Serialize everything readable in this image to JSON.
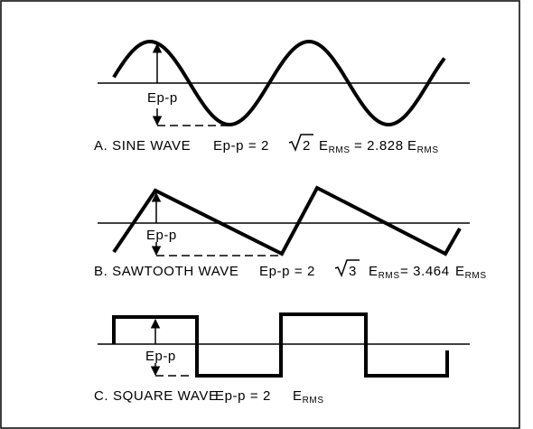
{
  "figure": {
    "stroke_color": "#000000",
    "background_color": "#ffffff",
    "panels": [
      {
        "id": "sine",
        "waveform": "sine",
        "caption": "A. SINE WAVE",
        "amplitude_label": "Ep-p",
        "formula": {
          "lhs": "Ep-p = 2",
          "radical": "2",
          "term1_main": "E",
          "term1_sub": "RMS",
          "equals": "= 2.828",
          "term2_main": "E",
          "term2_sub": "RMS"
        }
      },
      {
        "id": "sawtooth",
        "waveform": "sawtooth",
        "caption": "B. SAWTOOTH WAVE",
        "amplitude_label": "Ep-p",
        "formula": {
          "lhs": "Ep-p = 2",
          "radical": "3",
          "term1_main": "E",
          "term1_sub": "RMS",
          "equals": "= 3.464",
          "term2_main": "E",
          "term2_sub": "RMS"
        }
      },
      {
        "id": "square",
        "waveform": "square",
        "caption": "C. SQUARE WAVE",
        "amplitude_label": "Ep-p",
        "formula": {
          "lhs": "Ep-p = 2",
          "term1_main": "E",
          "term1_sub": "RMS"
        }
      }
    ]
  }
}
